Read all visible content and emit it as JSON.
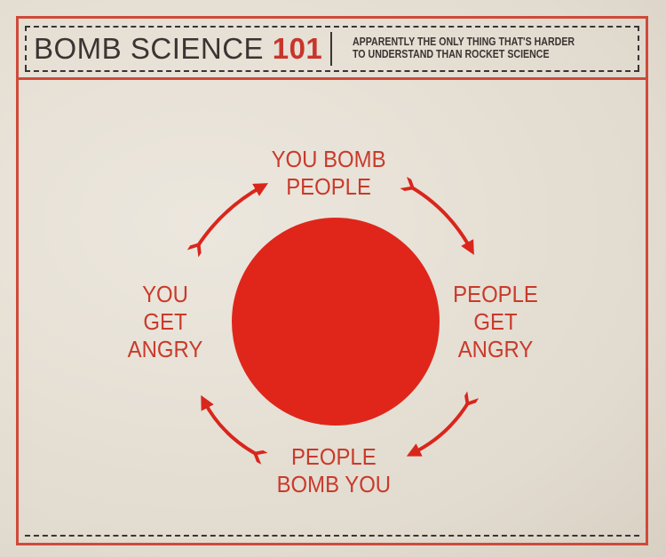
{
  "header": {
    "title": "BOMB SCIENCE",
    "title_number": "101",
    "subtitle_line1": "APPARENTLY THE ONLY THING THAT'S HARDER",
    "subtitle_line2": "TO UNDERSTAND THAN ROCKET SCIENCE"
  },
  "cycle": {
    "top": [
      "YOU BOMB",
      "PEOPLE"
    ],
    "right": [
      "PEOPLE",
      "GET",
      "ANGRY"
    ],
    "bottom": [
      "PEOPLE",
      "BOMB YOU"
    ],
    "left": [
      "YOU",
      "GET",
      "ANGRY"
    ]
  },
  "colors": {
    "accent": "#d9261c",
    "text_red": "#c93a2b",
    "dark": "#3a3432",
    "paper": "#e6e0d6"
  }
}
